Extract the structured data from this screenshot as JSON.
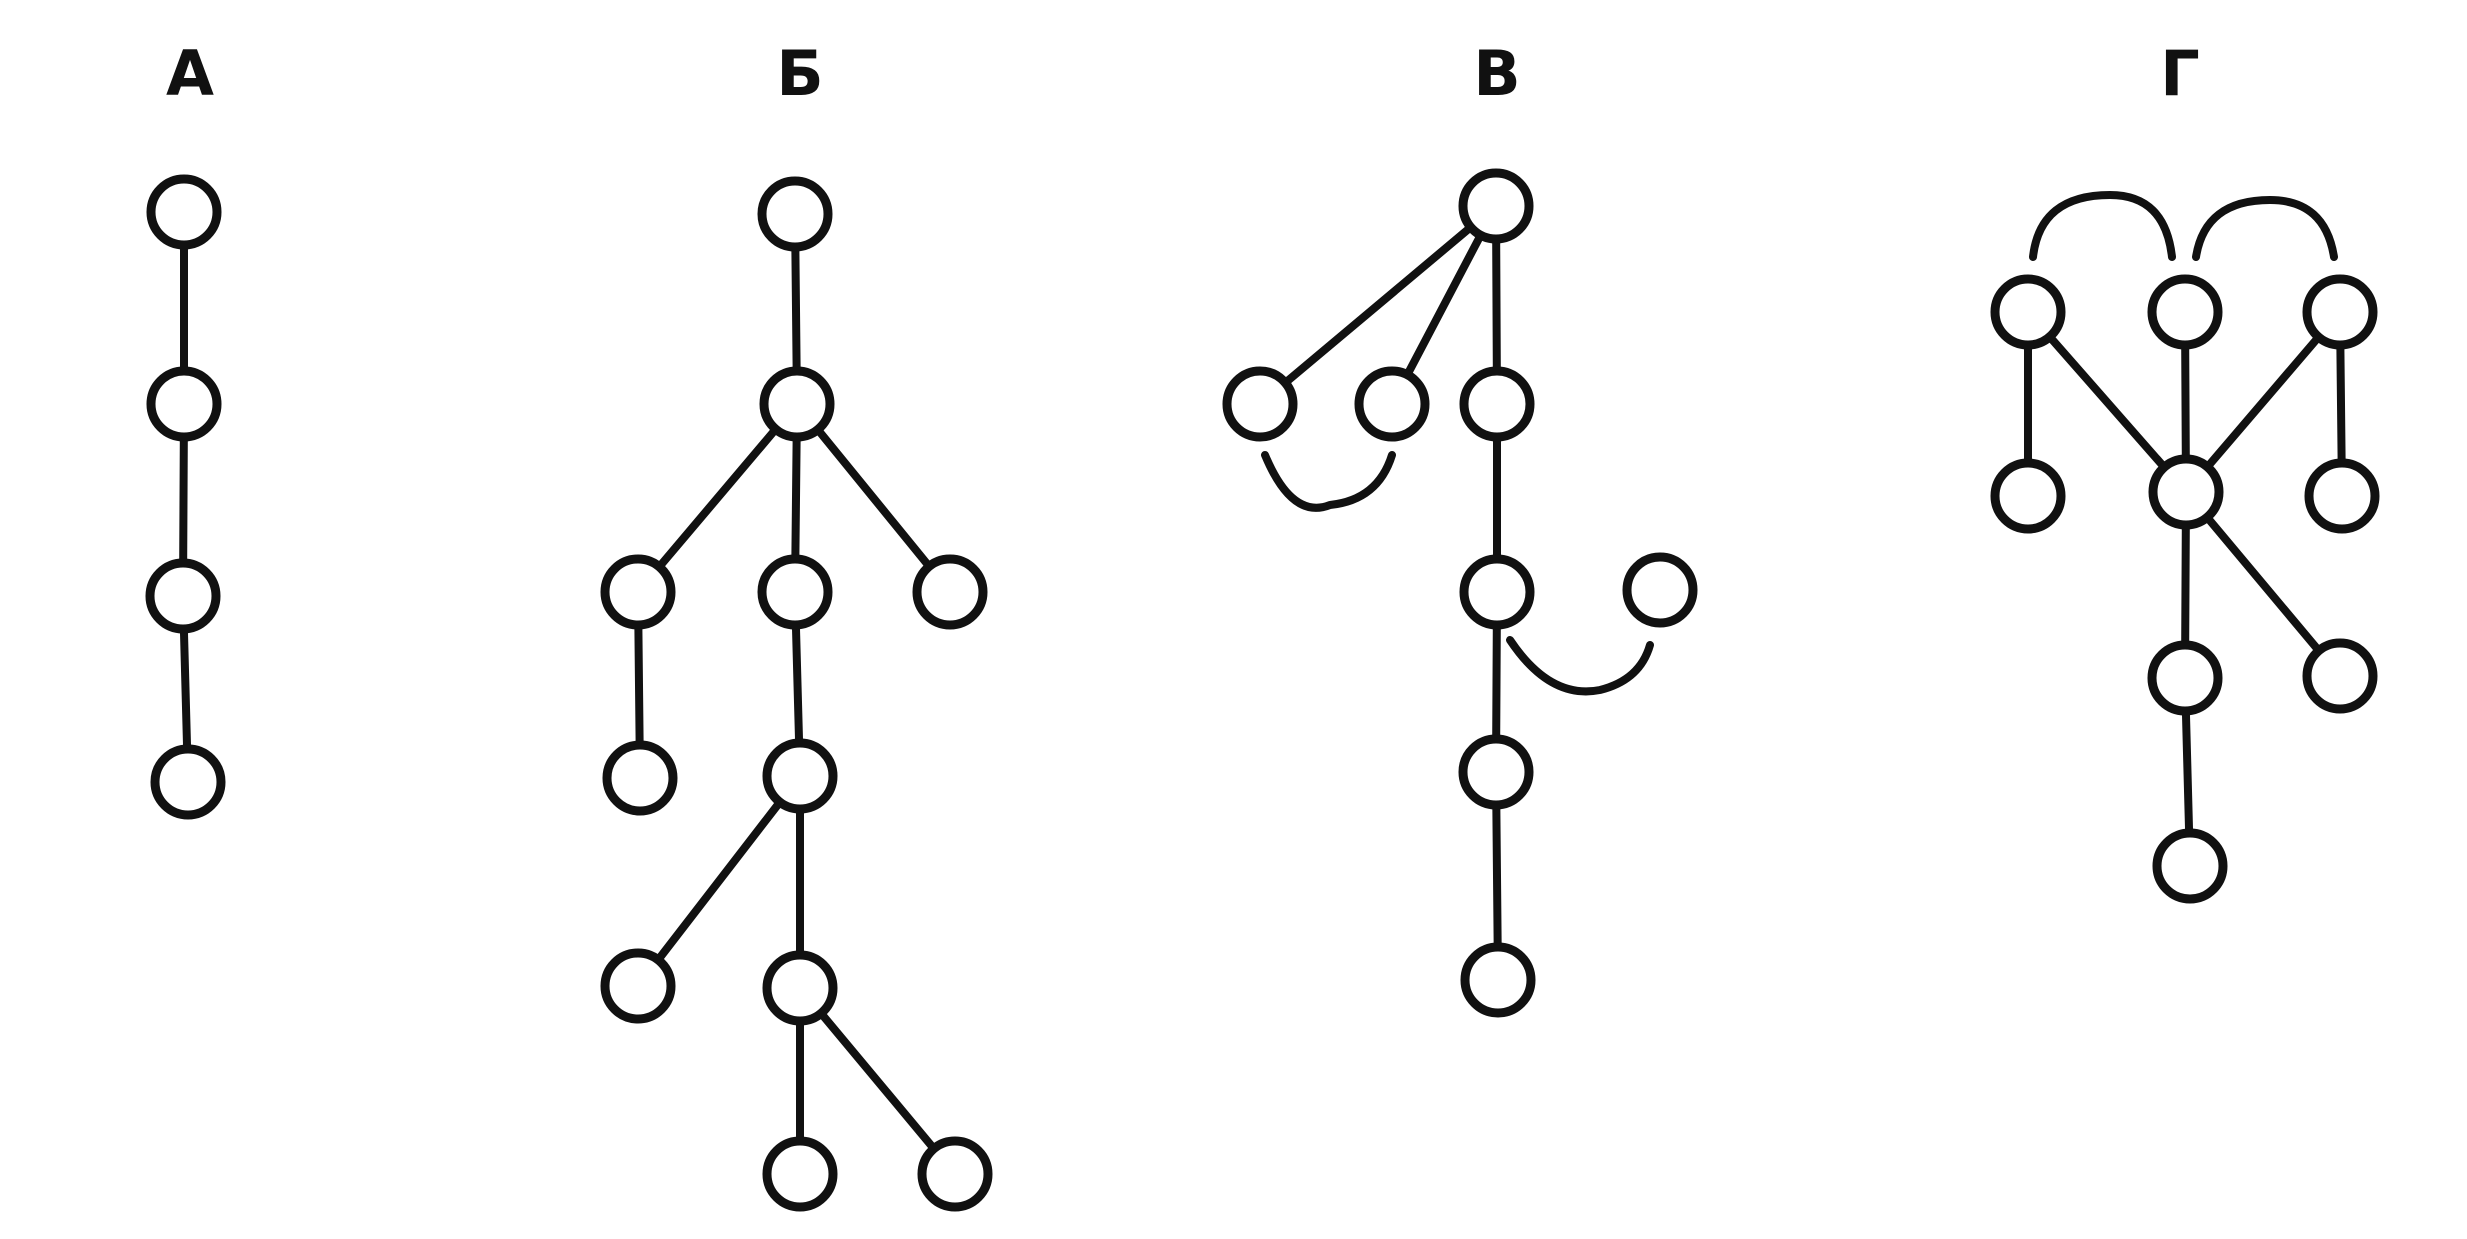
{
  "panels": [
    {
      "id": "A",
      "label": "А"
    },
    {
      "id": "B",
      "label": "Б"
    },
    {
      "id": "V",
      "label": "В"
    },
    {
      "id": "G",
      "label": "Г"
    }
  ],
  "colors": {
    "ink": "#111111",
    "background": "#ffffff"
  }
}
